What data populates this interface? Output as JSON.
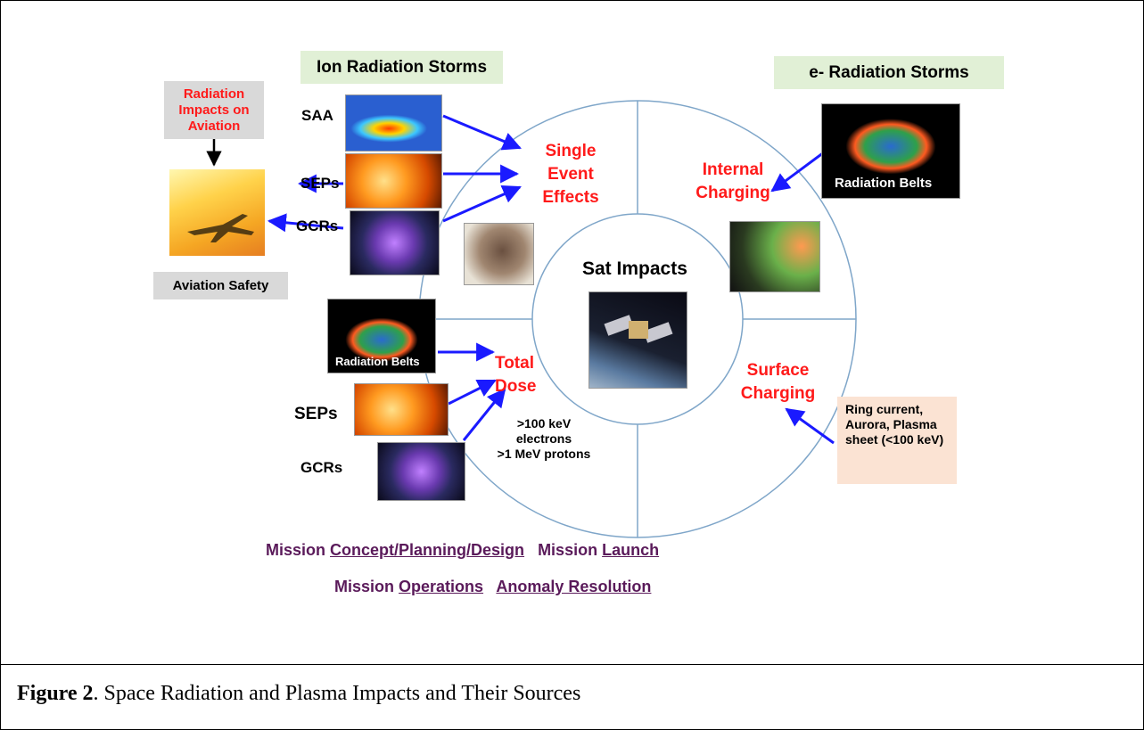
{
  "header_boxes": {
    "ion_storms": "Ion Radiation Storms",
    "e_storms": "e- Radiation Storms",
    "aviation_impacts": "Radiation Impacts on Aviation",
    "aviation_safety": "Aviation Safety"
  },
  "left_labels": {
    "saa": "SAA",
    "seps_top": "SEPs",
    "gcrs_top": "GCRs",
    "seps_bottom": "SEPs",
    "gcrs_bottom": "GCRs"
  },
  "effects": {
    "single_event": "Single Event Effects",
    "internal_charging": "Internal Charging",
    "total_dose": "Total Dose",
    "surface_charging": "Surface Charging"
  },
  "center": {
    "title": "Sat Impacts",
    "dose_note_1": ">100 keV",
    "dose_note_2": "electrons",
    "dose_note_3": ">1 MeV protons"
  },
  "radiation_belts": "Radiation Belts",
  "radiation_belts_left": "Radiation Belts",
  "ring_current_box": "Ring current, Aurora, Plasma sheet (<100 keV)",
  "bottom": {
    "mission": "Mission",
    "concept": "Concept/Planning/Design",
    "mission2": "Mission",
    "launch": "Launch",
    "mission3": "Mission",
    "operations": "Operations",
    "anomaly": "Anomaly Resolution"
  },
  "caption": {
    "label": "Figure 2",
    "text": ". Space Radiation and Plasma Impacts and Their Sources"
  },
  "colors": {
    "effect_red": "#ff1a1a",
    "arrow_blue": "#1a1aff",
    "ion_box_bg": "#e1f0d6",
    "aviation_box_bg": "#d9d9d9",
    "ring_box_bg": "#fbe3d3",
    "bottom_text": "#5a1a5a",
    "circle_stroke": "#7fa6c9"
  }
}
